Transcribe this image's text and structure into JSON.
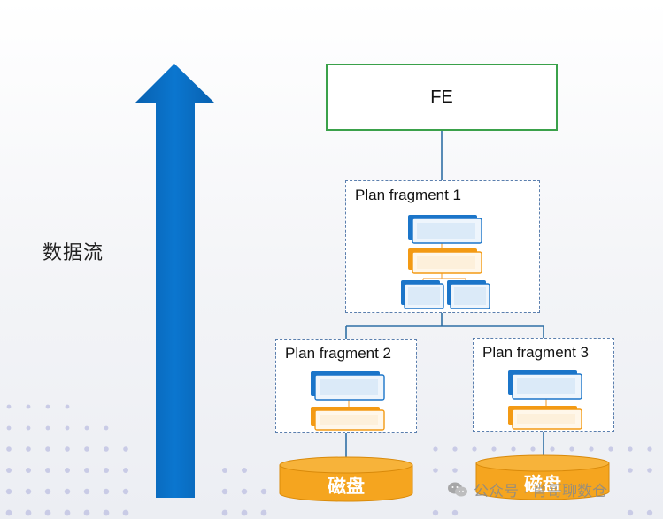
{
  "diagram": {
    "flow_label": "数据流",
    "fe_label": "FE",
    "fragments": [
      {
        "title": "Plan fragment 1"
      },
      {
        "title": "Plan fragment 2"
      },
      {
        "title": "Plan fragment 3"
      }
    ],
    "disks": [
      {
        "label": "磁盘"
      },
      {
        "label": "磁盘"
      }
    ],
    "watermark": "公众号 · 肖哥聊数仓"
  },
  "colors": {
    "arrow": "#0a70c4",
    "fe_border": "#3aa14a",
    "operator_blue": "#1b75c9",
    "operator_orange": "#f39a14",
    "disk_orange": "#f5a51f",
    "connector": "#2f6fa5"
  },
  "icons": {
    "watermark": "wechat-icon"
  }
}
